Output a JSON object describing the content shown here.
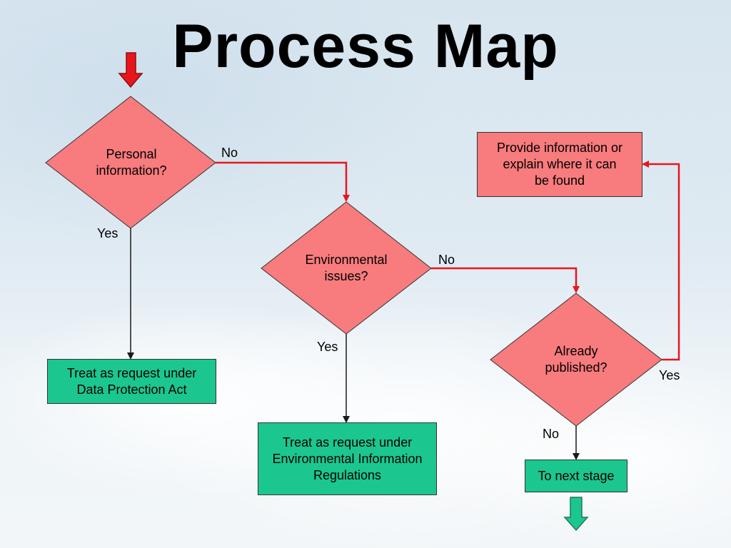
{
  "title": "Process Map",
  "colors": {
    "decision_fill": "#f87b7d",
    "terminal_fill": "#1bc78f",
    "connector_red": "#e8161c",
    "connector_dark": "#1a1a1a"
  },
  "nodes": {
    "personal": "Personal\ninformation?",
    "environmental": "Environmental\nissues?",
    "published": "Already\npublished?",
    "dpa": "Treat as request under\nData Protection Act",
    "eir": "Treat as request under\nEnvironmental Information\nRegulations",
    "provide": "Provide information or\nexplain where it can\nbe found",
    "next": "To next stage"
  },
  "edges": {
    "personal_no": "No",
    "personal_yes": "Yes",
    "env_no": "No",
    "env_yes": "Yes",
    "pub_yes": "Yes",
    "pub_no": "No"
  },
  "icons": {
    "start": "red-down-arrow-icon",
    "end": "green-down-arrow-icon"
  }
}
